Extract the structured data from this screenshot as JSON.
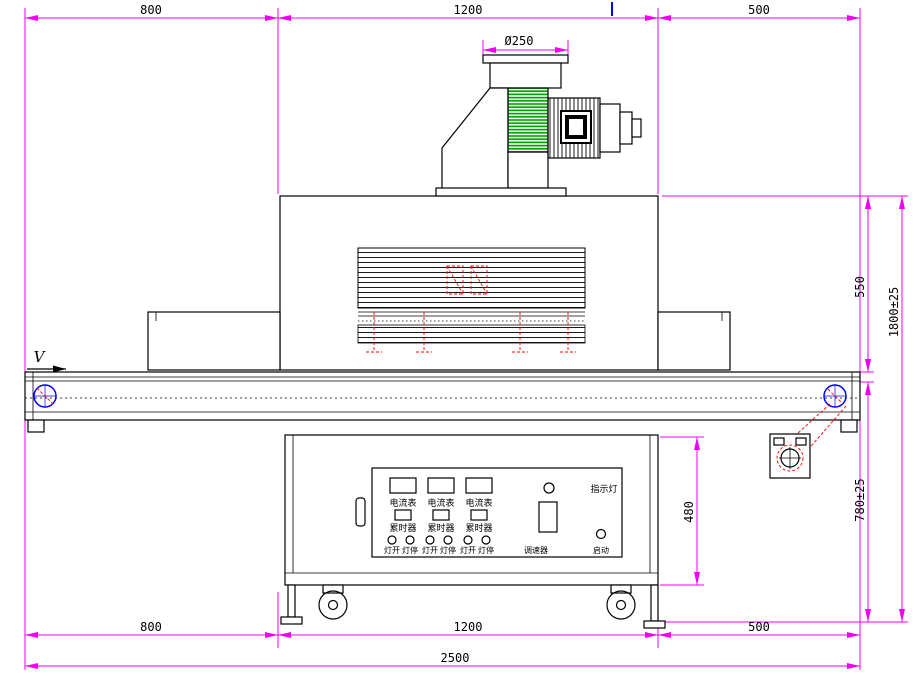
{
  "title": "UV curing conveyor machine engineering drawing",
  "dims": {
    "top": [
      "800",
      "1200",
      "500"
    ],
    "dia": "Ø250",
    "h550": "550",
    "h1800": "1800±25",
    "h780": "780±25",
    "h480": "480",
    "bottom": [
      "800",
      "1200",
      "500"
    ],
    "total": "2500"
  },
  "machine": {
    "direction_label": "V"
  },
  "panel": {
    "ammeter": "电流表",
    "hourmeter": "累时器",
    "lamp_on": "灯开",
    "lamp_off": "灯停",
    "speed": "调速器",
    "start": "启动",
    "indicator": "指示灯"
  },
  "colors": {
    "dimension_lines": "#F000F0",
    "outline": "#000000",
    "impeller_hatch": "#00A000",
    "rollers": "#0000FF",
    "detail_marks": "#FF0000"
  }
}
